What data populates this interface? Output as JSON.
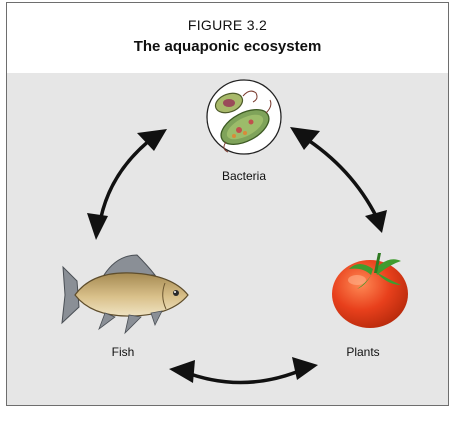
{
  "figure": {
    "label": "FIGURE 3.2",
    "title": "The aquaponic ecosystem"
  },
  "nodes": [
    {
      "id": "bacteria",
      "label": "Bacteria",
      "icon": "bacteria-icon"
    },
    {
      "id": "fish",
      "label": "Fish",
      "icon": "fish-icon"
    },
    {
      "id": "plants",
      "label": "Plants",
      "icon": "tomato-icon"
    }
  ],
  "colors": {
    "panel": "#e6e6e6",
    "arrow": "#111111",
    "tomato": "#e8401c",
    "leaf": "#3f9c2f",
    "fish_body": "#c9b07a",
    "fish_fin": "#8a8f96",
    "cell_green": "#7fa35a"
  }
}
